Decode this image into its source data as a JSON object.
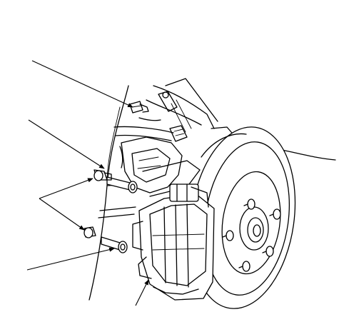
{
  "diagram": {
    "subject": "brake-caliper-assembly",
    "style": "monochrome-line-art",
    "line_color": "#000000",
    "background": "#ffffff",
    "callouts": [
      {
        "id": "upper-bolt",
        "target": "bolt"
      },
      {
        "id": "guide-pin",
        "target": "guide-pin"
      },
      {
        "id": "bleeder-pair",
        "target": "bleeder-screws"
      },
      {
        "id": "lower-pin",
        "target": "lower-guide-pin"
      },
      {
        "id": "caliper",
        "target": "caliper-body"
      }
    ],
    "labels": []
  }
}
